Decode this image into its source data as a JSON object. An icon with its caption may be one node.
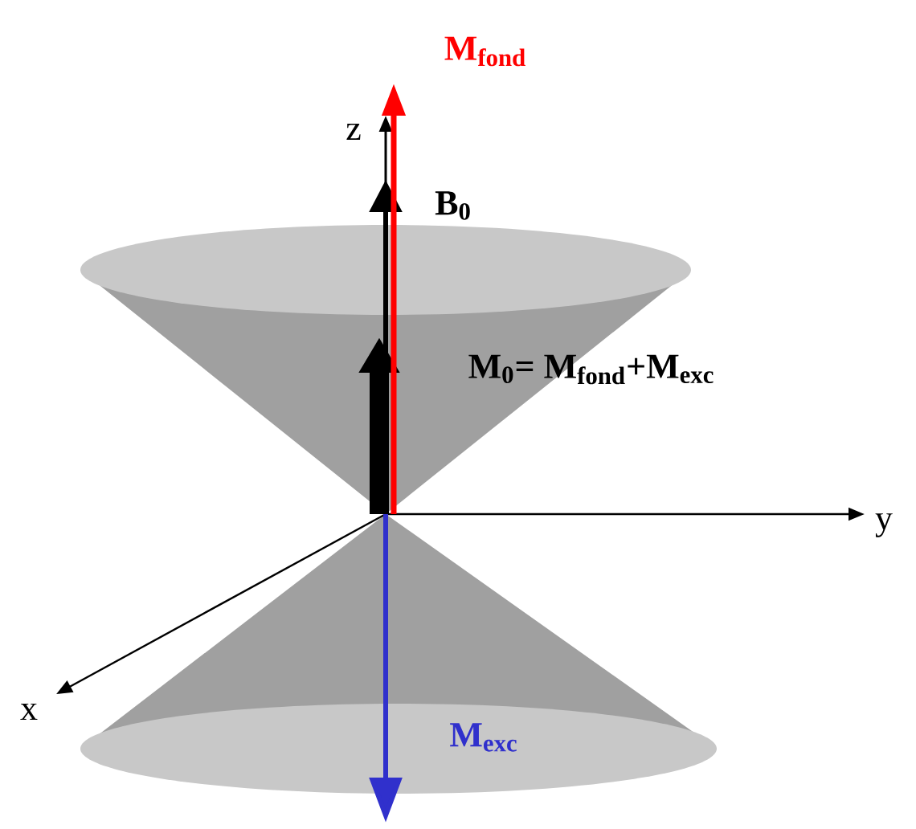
{
  "diagram": {
    "labels": [
      "M$_{fond}$",
      "z",
      "B$_{0}$",
      "M$_{0}$= M$_{fond}$+M$_{exc}$",
      "y",
      "x",
      "M$_{exc}$"
    ]
  }
}
